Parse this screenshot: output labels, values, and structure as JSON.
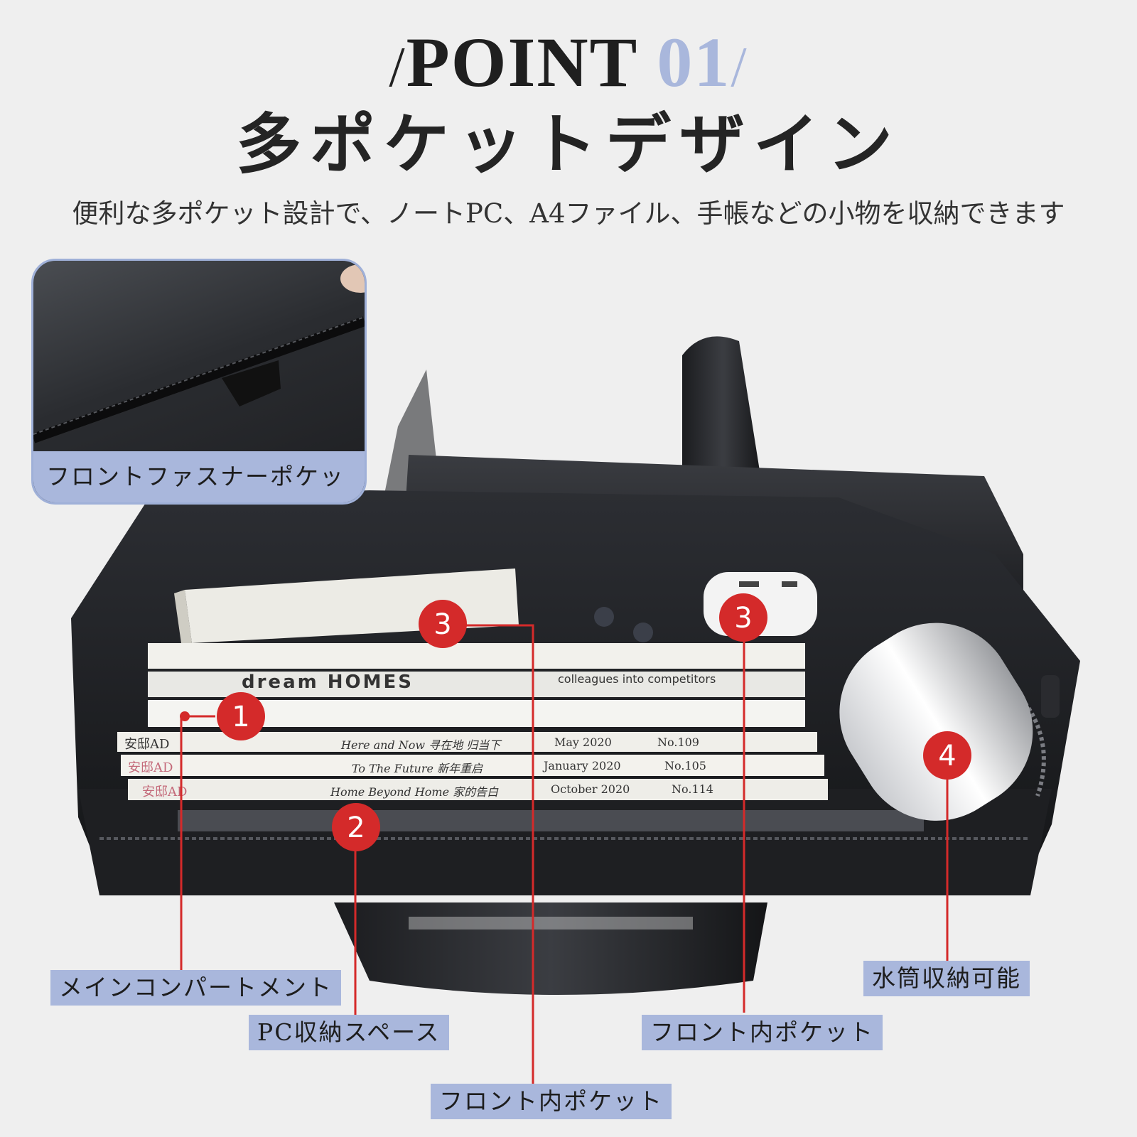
{
  "header": {
    "slash_left": "/",
    "point_word": "POINT",
    "point_number": "01",
    "slash_right": "/",
    "title": "多ポケットデザイン",
    "subtitle": "便利な多ポケット設計で、ノートPC、A4ファイル、手帳などの小物を収納できます"
  },
  "inset": {
    "label": "フロントファスナーポケット"
  },
  "books": {
    "spine_1_left": "dream",
    "spine_1_right": "HOMES",
    "spine_1_tagline": "colleagues into competitors",
    "mag_1_brand": "安邸AD",
    "mag_1_title": "Here and Now 寻在地 归当下",
    "mag_1_date": "May 2020",
    "mag_1_no": "No.109",
    "mag_2_brand": "安邸AD",
    "mag_2_title": "To The Future 新年重启",
    "mag_2_date": "January 2020",
    "mag_2_no": "No.105",
    "mag_3_brand": "安邸AD",
    "mag_3_title": "Home Beyond Home 家的告白",
    "mag_3_date": "October 2020",
    "mag_3_no": "No.114"
  },
  "markers": [
    {
      "number": "1"
    },
    {
      "number": "2"
    },
    {
      "number": "3"
    },
    {
      "number": "3"
    },
    {
      "number": "4"
    }
  ],
  "labels": {
    "main_compartment": "メインコンパートメント",
    "pc_space": "PC収納スペース",
    "front_inner_pocket_a": "フロント内ポケット",
    "front_inner_pocket_b": "フロント内ポケット",
    "bottle": "水筒収納可能"
  },
  "colors": {
    "accent": "#a9b7dc",
    "marker_red": "#d42a2a",
    "bag_black": "#1c1d20"
  }
}
